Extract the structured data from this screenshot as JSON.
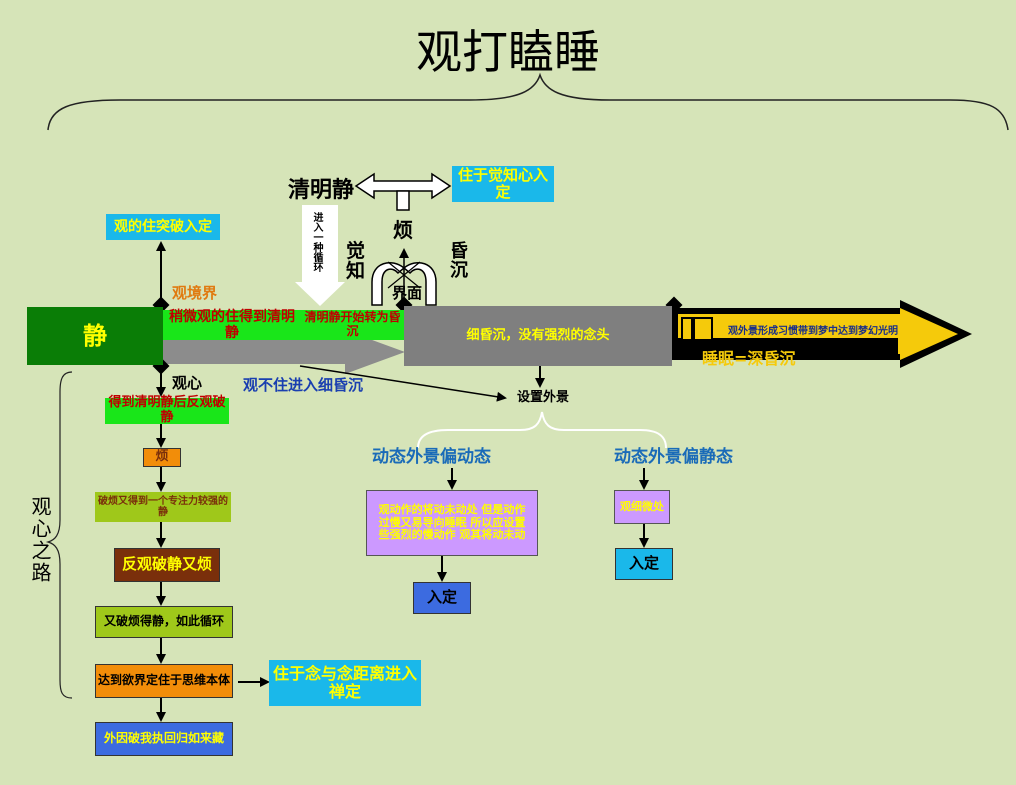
{
  "title": "观打瞌睡",
  "top_path": {
    "clear_quiet": "清明静",
    "abide_awareness": "住于觉知心入定",
    "enter_cycle": "进入一种循环",
    "vexed": "烦",
    "awareness": "觉知",
    "torpor": "昏沉",
    "boundary": "界面",
    "observe_stay": "观的住突破入定",
    "observe_realm": "观境界"
  },
  "main_bar": {
    "quiet": "静",
    "seg1": "稍微观的住得到清明静",
    "seg2": "清明静开始转为昏沉",
    "seg3": "细昏沉，没有强烈的念头",
    "seg4_top": "观外景形成习惯带到梦中达到梦幻光明",
    "seg4_bottom": "睡眠=深昏沉",
    "under_arrow": "观不住进入细昏沉"
  },
  "scenery": {
    "set_outer": "设置外景",
    "dynamic": "动态外景偏动态",
    "static": "动态外景偏静态",
    "dynamic_desc": "观动作的将动未动处 但是动作过慢又易导向睡眠 所以应设置些强烈的慢动作 观其将动未动",
    "static_desc": "观细微处",
    "samadhi_1": "入定",
    "samadhi_2": "入定"
  },
  "mind_path": {
    "label": "观心",
    "side_label": "观心之路",
    "steps": [
      "得到清明静后反观破静",
      "烦",
      "破烦又得到一个专注力较强的静",
      "反观破静又烦",
      "又破烦得静，如此循环",
      "达到欲界定住于思维本体",
      "外因破我执回归如来藏"
    ],
    "branch": "住于念与念距离进入禅定"
  },
  "colors": {
    "background": "#d6e4b8",
    "dark_green": "#0a7d06",
    "bright_green": "#19e619",
    "cyan": "#1ab8ea",
    "gray": "#7f7f7f",
    "yellow": "#f5ca0b",
    "orange": "#f28d09",
    "lavender": "#cc99ff",
    "blue": "#3c6be0",
    "brown": "#7a2f0b",
    "olive": "#9fc81a"
  }
}
